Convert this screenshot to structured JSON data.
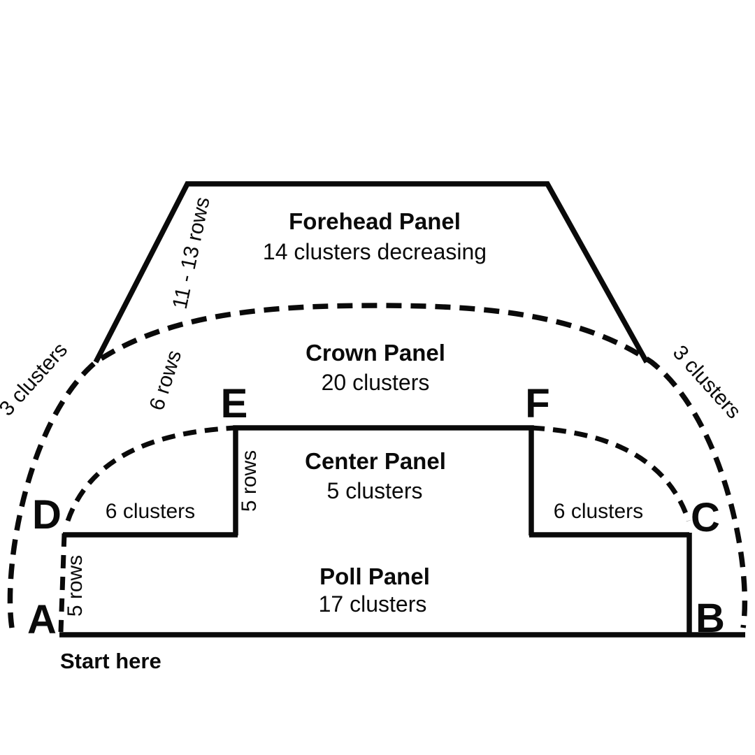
{
  "page": {
    "background": "#ffffff",
    "line_color": "#0a0a0a"
  },
  "diagram": {
    "panels": {
      "forehead": {
        "title": "Forehead Panel",
        "subtitle": "14 clusters decreasing"
      },
      "crown": {
        "title": "Crown Panel",
        "subtitle": "20 clusters"
      },
      "center": {
        "title": "Center Panel",
        "subtitle": "5 clusters"
      },
      "poll": {
        "title": "Poll Panel",
        "subtitle": "17 clusters"
      }
    },
    "edge_labels": {
      "forehead_side_rows": "11 - 13 rows",
      "crown_left_clusters": "3 clusters",
      "crown_right_clusters": "3 clusters",
      "crown_rows": "6 rows",
      "center_rows": "5 rows",
      "center_left_clusters": "6 clusters",
      "center_right_clusters": "6 clusters",
      "poll_rows": "5 rows"
    },
    "points": {
      "a": "A",
      "b": "B",
      "c": "C",
      "d": "D",
      "e": "E",
      "f": "F"
    },
    "start_label": "Start here"
  }
}
